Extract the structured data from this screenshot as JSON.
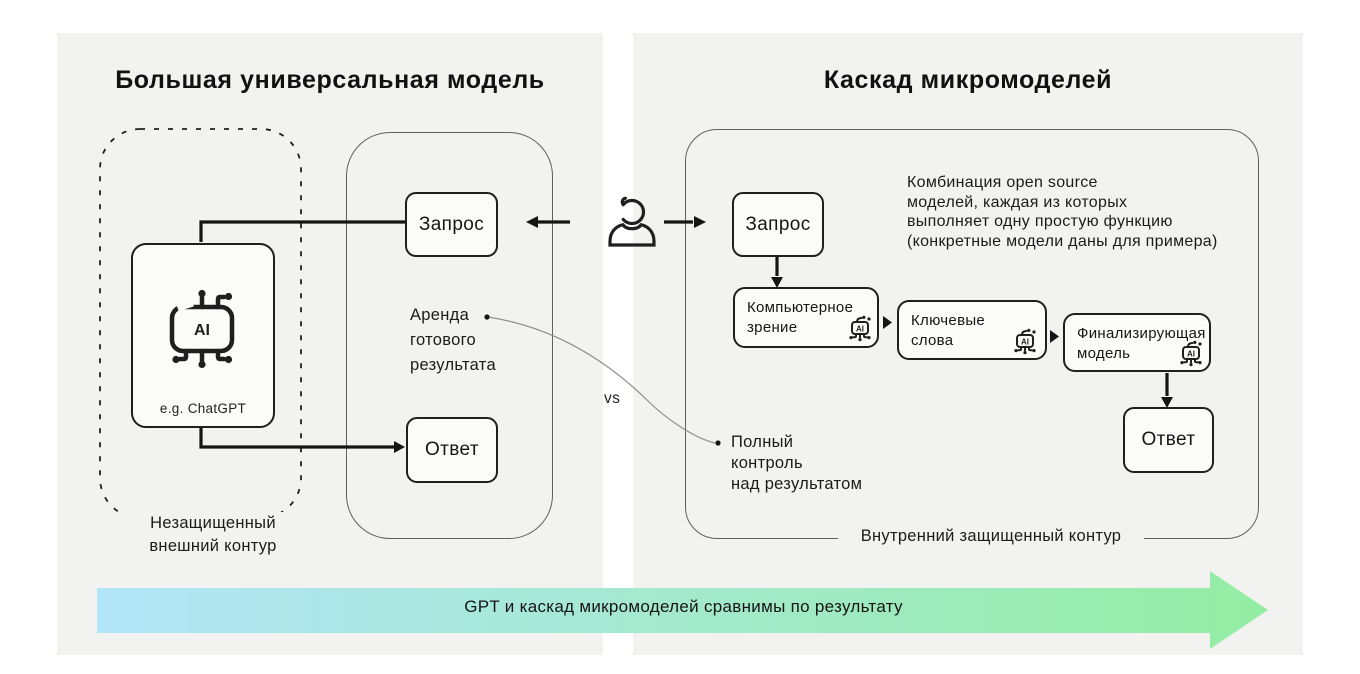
{
  "left_panel": {
    "title": "Большая универсальная модель",
    "outer_loop_label": [
      "Незащищенный",
      "внешний контур"
    ],
    "ai_box": {
      "chip_label": "AI",
      "example": "e.g. ChatGPT"
    },
    "request": "Запрос",
    "response": "Ответ",
    "rent_note": [
      "Аренда",
      "готового",
      "результата"
    ]
  },
  "center": {
    "vs": "vs"
  },
  "right_panel": {
    "title": "Каскад микромоделей",
    "request": "Запрос",
    "response": "Ответ",
    "combo_note": [
      "Комбинация open source",
      "моделей, каждая из которых",
      "выполняет одну простую функцию",
      "(конкретные модели даны для примера)"
    ],
    "models": [
      [
        "Компьютерное",
        "зрение"
      ],
      [
        "Ключевые",
        "слова"
      ],
      [
        "Финализирующая",
        "модель"
      ]
    ],
    "ai_icon_label": "AI",
    "control_note": [
      "Полный",
      "контроль",
      "над результатом"
    ],
    "inner_loop_label": "Внутренний защищенный контур"
  },
  "bottom_arrow": {
    "label": "GPT и каскад микромоделей сравнимы по результату",
    "gradient_start": "#b3e5f8",
    "gradient_end": "#94eda3"
  },
  "colors": {
    "panel_bg": "#f2f2f1",
    "box_border": "#1f1f1f",
    "text": "#1a1a1a"
  }
}
